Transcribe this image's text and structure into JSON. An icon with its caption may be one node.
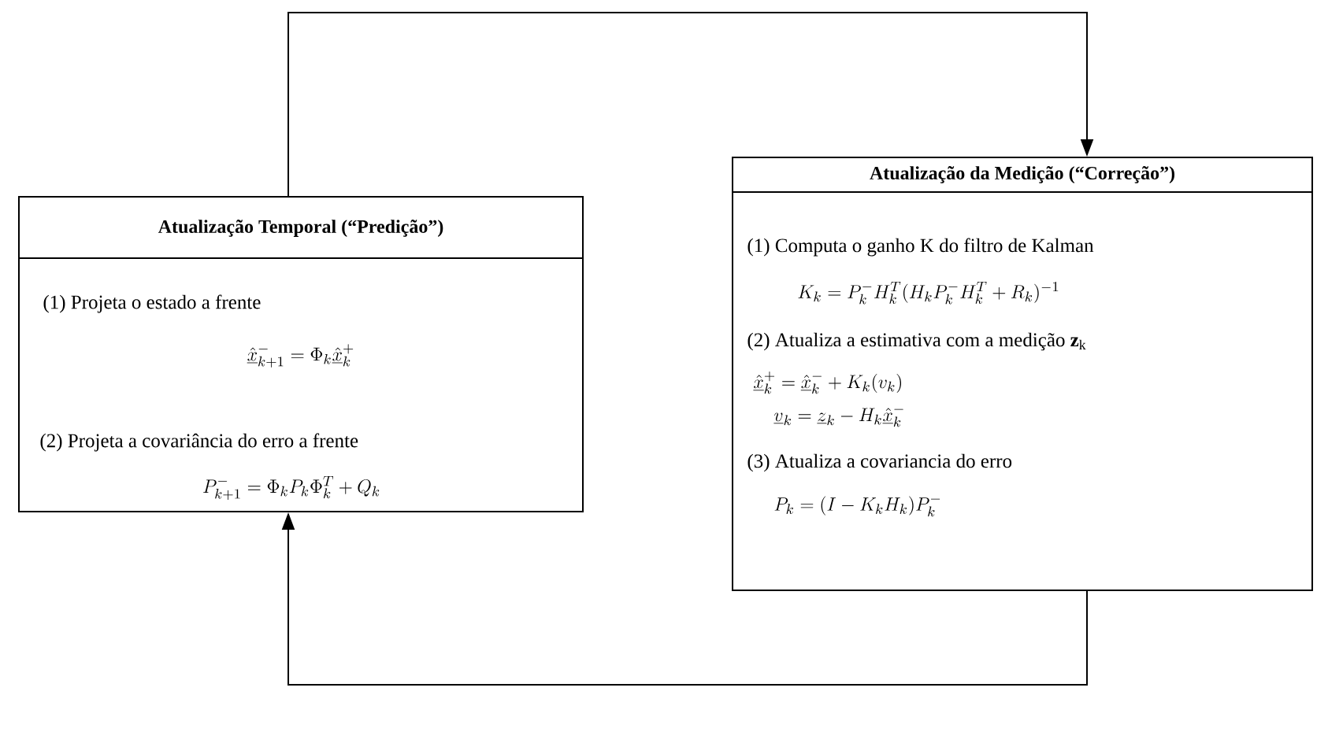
{
  "diagram": {
    "nodes": [
      {
        "text": [
          "Atualização Temporal  (“Predição”)",
          "(1) Projeta o estado a frente",
          "\\underline{\\hat{x}}_{k+1}^{-} = \\Phi_k \\underline{\\hat{x}}_k^{+}",
          "(2) Projeta a covariância do erro a frente",
          "P_{k+1}^{-} = \\Phi_k P_k \\Phi_k^{T} + Q_k"
        ]
      },
      {
        "text": [
          "Atualização da Medição  (“Correção”)",
          "(1) Computa o ganho K do filtro de Kalman",
          "K_k = P_k^{-} H_k^{T} (H_k P_k^{-} H_k^{T} + R_k)^{-1}",
          "(2) Atualiza a estimativa com a medição  **z**$_{k}$",
          "\\underline{\\hat{x}}_k^{+} = \\underline{\\hat{x}}_k^{-} + K_k(v_k)",
          "\\underline{v}_k = \\underline{z}_k - H_k \\underline{\\hat{x}}_k^{-}",
          "(3) Atualiza a covariancia do erro",
          "P_k = (I - K_k H_k) P_k^{-}"
        ]
      }
    ],
    "edges": [
      {
        "from": 0,
        "to": 1,
        "arrow": "to"
      },
      {
        "from": 1,
        "to": 0,
        "arrow": "to"
      }
    ]
  }
}
